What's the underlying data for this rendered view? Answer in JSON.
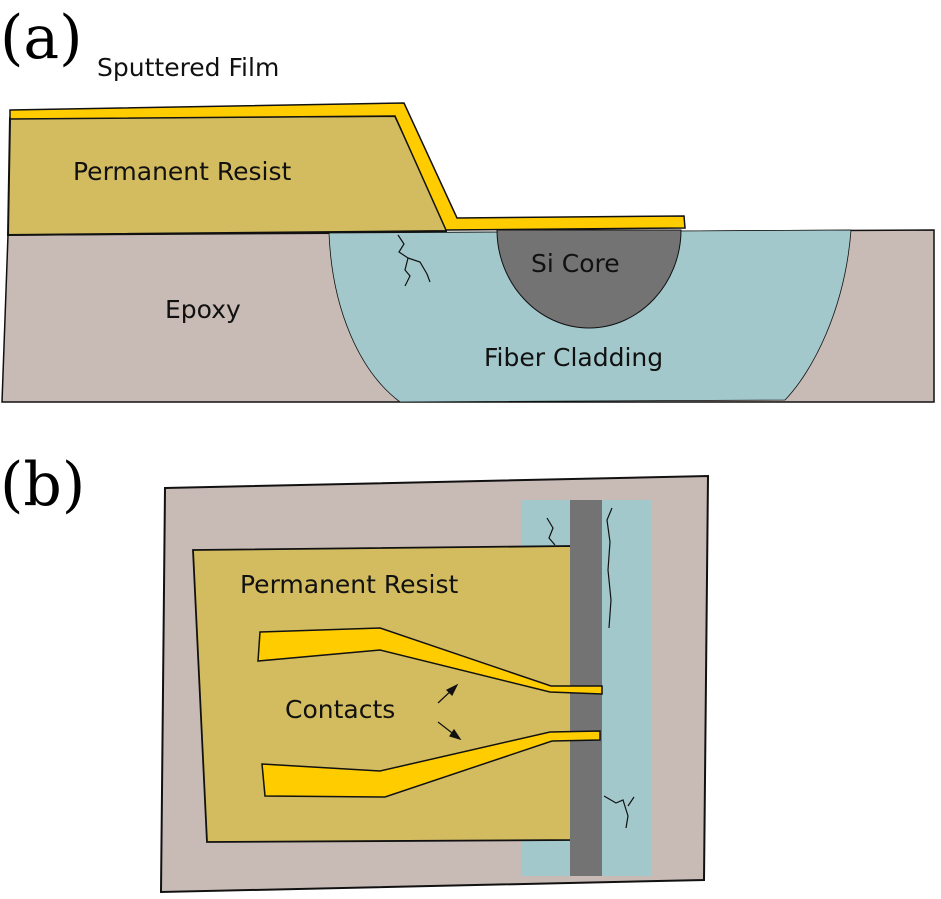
{
  "panel_a": {
    "label": "(a)",
    "sputtered_film": "Sputtered Film",
    "permanent_resist": "Permanent Resist",
    "epoxy": "Epoxy",
    "si_core": "Si Core",
    "fiber_cladding": "Fiber Cladding"
  },
  "panel_b": {
    "label": "(b)",
    "permanent_resist": "Permanent Resist",
    "contacts": "Contacts"
  },
  "colors": {
    "resist": "#d3bc5f",
    "gold_film": "#ffcc00",
    "epoxy": "#c8bab5",
    "cladding": "#a2c8cb",
    "core": "#737373",
    "outline": "#111111"
  }
}
